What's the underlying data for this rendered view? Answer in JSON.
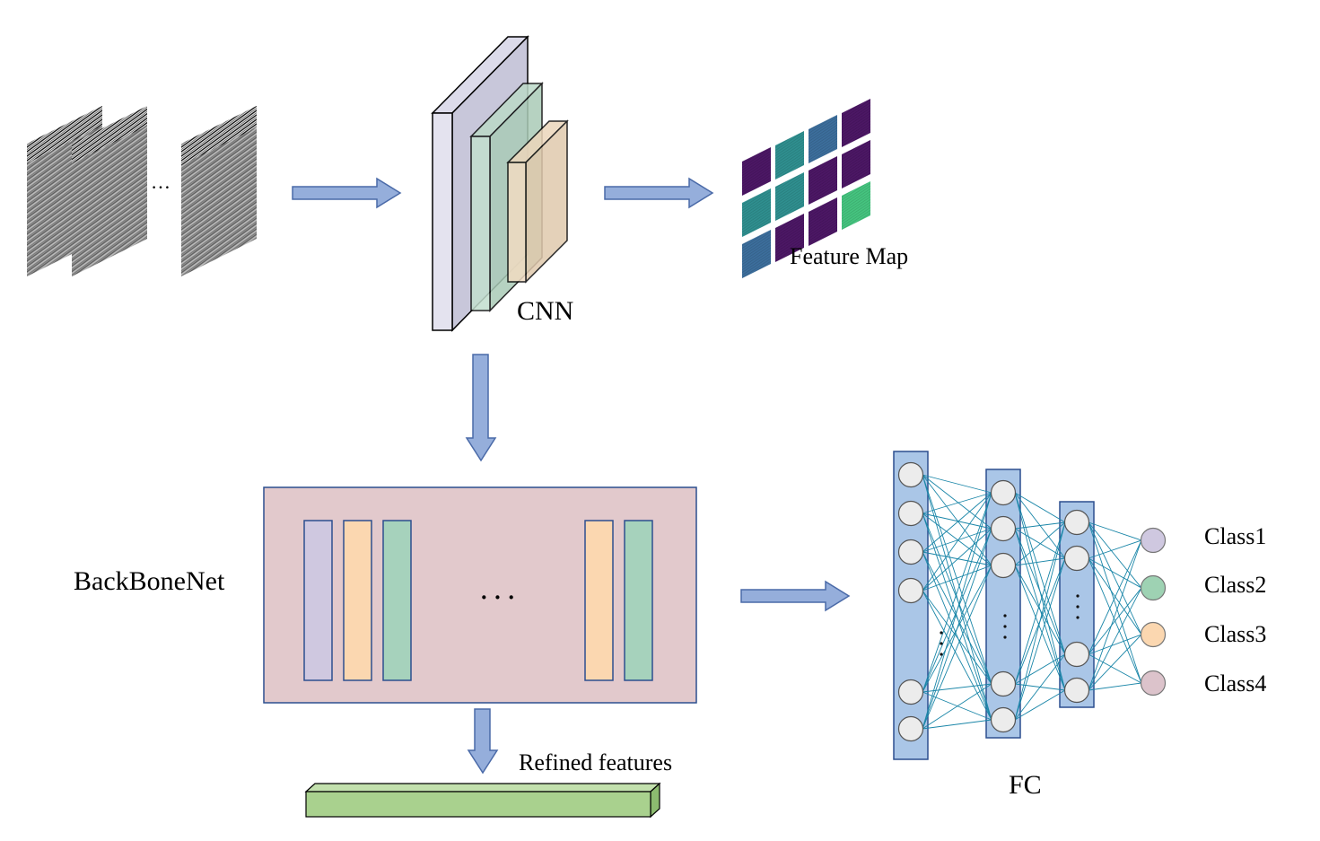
{
  "labels": {
    "cnn": "CNN",
    "feature_map": "Feature Map",
    "backbone": "BackBoneNet",
    "refined": "Refined features",
    "fc": "FC",
    "ellipsis_input": "…",
    "ellipsis_backbone": "· · ·"
  },
  "classes": [
    {
      "label": "Class1",
      "color": "#cfc8e0"
    },
    {
      "label": "Class2",
      "color": "#9ed2b3"
    },
    {
      "label": "Class3",
      "color": "#fbd7b0"
    },
    {
      "label": "Class4",
      "color": "#dcc3cb"
    }
  ],
  "colors": {
    "arrow_fill": "#95aedb",
    "arrow_stroke": "#4a6aa8",
    "backbone_bg": "#e2c9cc",
    "backbone_border": "#2c4f8f",
    "layer_purple": "#cfc8e0",
    "layer_orange": "#fbd7b0",
    "layer_green": "#a6d2bc",
    "cnn_purple": "#dcdbea",
    "cnn_green": "#bcd9c8",
    "cnn_orange": "#ecd6bb",
    "fc_column": "#aac6e7",
    "fc_edge": "#1a86a8",
    "node_fill": "#ececec",
    "refined_bar": "#a9d18e",
    "feature_purple": "#4c1765",
    "feature_teal": "#2f8f8f",
    "feature_green": "#45c47f",
    "feature_blue": "#3c6e9c"
  },
  "icons": {
    "input": "seismic-image-stack-icon",
    "cnn": "cnn-layer-stack-icon",
    "feature_map": "feature-map-grid-icon",
    "fc": "fully-connected-network-icon"
  }
}
